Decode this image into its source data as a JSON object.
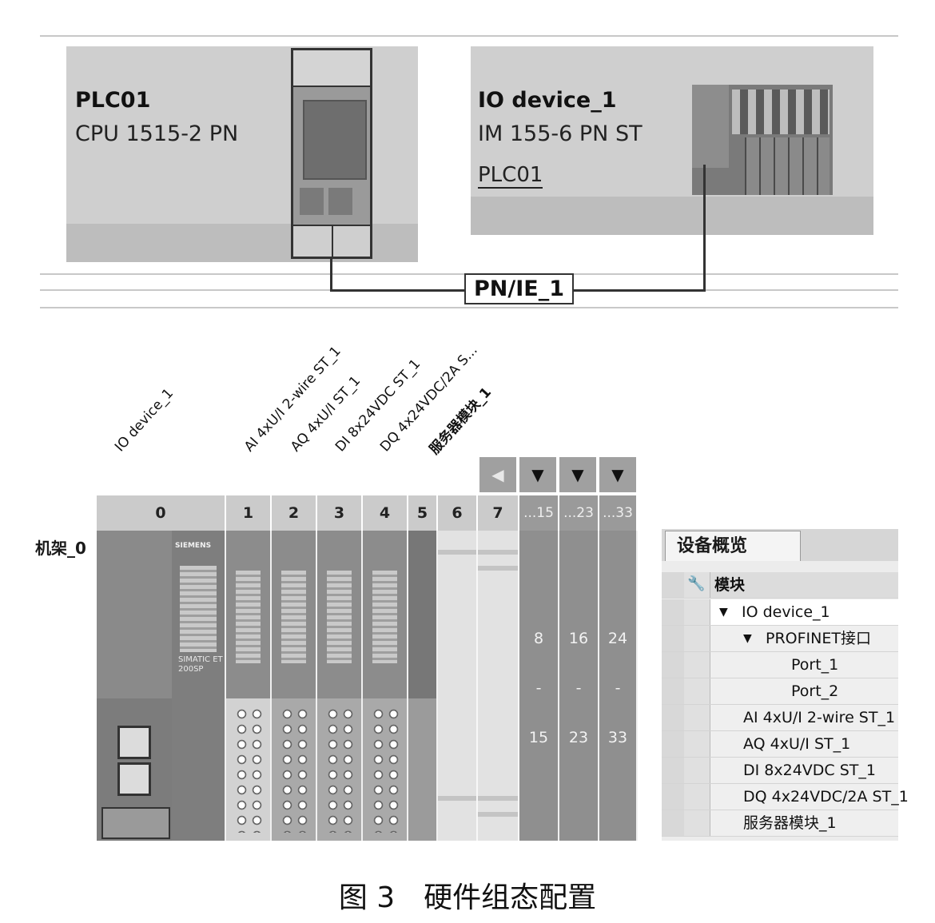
{
  "network": {
    "plc": {
      "name": "PLC01",
      "type": "CPU 1515-2 PN"
    },
    "io_device": {
      "name": "IO device_1",
      "type": "IM 155-6 PN ST",
      "assigned_to": "PLC01"
    },
    "subnet_label": "PN/IE_1"
  },
  "rack": {
    "rotated_labels": [
      "IO device_1",
      "AI 4xU/I 2-wire ST_1",
      "AQ 4xU/I ST_1",
      "DI 8x24VDC ST_1",
      "DQ 4x24VDC/2A S...",
      "服务器模块_1"
    ],
    "rack_label": "机架_0",
    "slots": [
      "0",
      "1",
      "2",
      "3",
      "4",
      "5",
      "6",
      "7"
    ],
    "range_headers": [
      "...15",
      "...23",
      "...33"
    ],
    "range_columns": [
      {
        "from": "8",
        "dash": "-",
        "to": "15"
      },
      {
        "from": "16",
        "dash": "-",
        "to": "23"
      },
      {
        "from": "24",
        "dash": "-",
        "to": "33"
      }
    ],
    "module_brand": "SIEMENS",
    "module_model": "SIMATIC ET 200SP"
  },
  "overview": {
    "tab": "设备概览",
    "column_header": "模块",
    "rows": [
      {
        "label": "IO device_1",
        "indent": 1,
        "expand": true
      },
      {
        "label": "PROFINET接口",
        "indent": 2,
        "expand": true
      },
      {
        "label": "Port_1",
        "indent": 3,
        "expand": false
      },
      {
        "label": "Port_2",
        "indent": 3,
        "expand": false
      },
      {
        "label": "AI 4xU/I 2-wire ST_1",
        "indent": 0,
        "expand": false
      },
      {
        "label": "AQ 4xU/I ST_1",
        "indent": 0,
        "expand": false
      },
      {
        "label": "DI 8x24VDC ST_1",
        "indent": 0,
        "expand": false
      },
      {
        "label": "DQ 4x24VDC/2A ST_1",
        "indent": 0,
        "expand": false
      },
      {
        "label": "服务器模块_1",
        "indent": 0,
        "expand": false
      }
    ]
  },
  "caption": "图 3　硬件组态配置"
}
